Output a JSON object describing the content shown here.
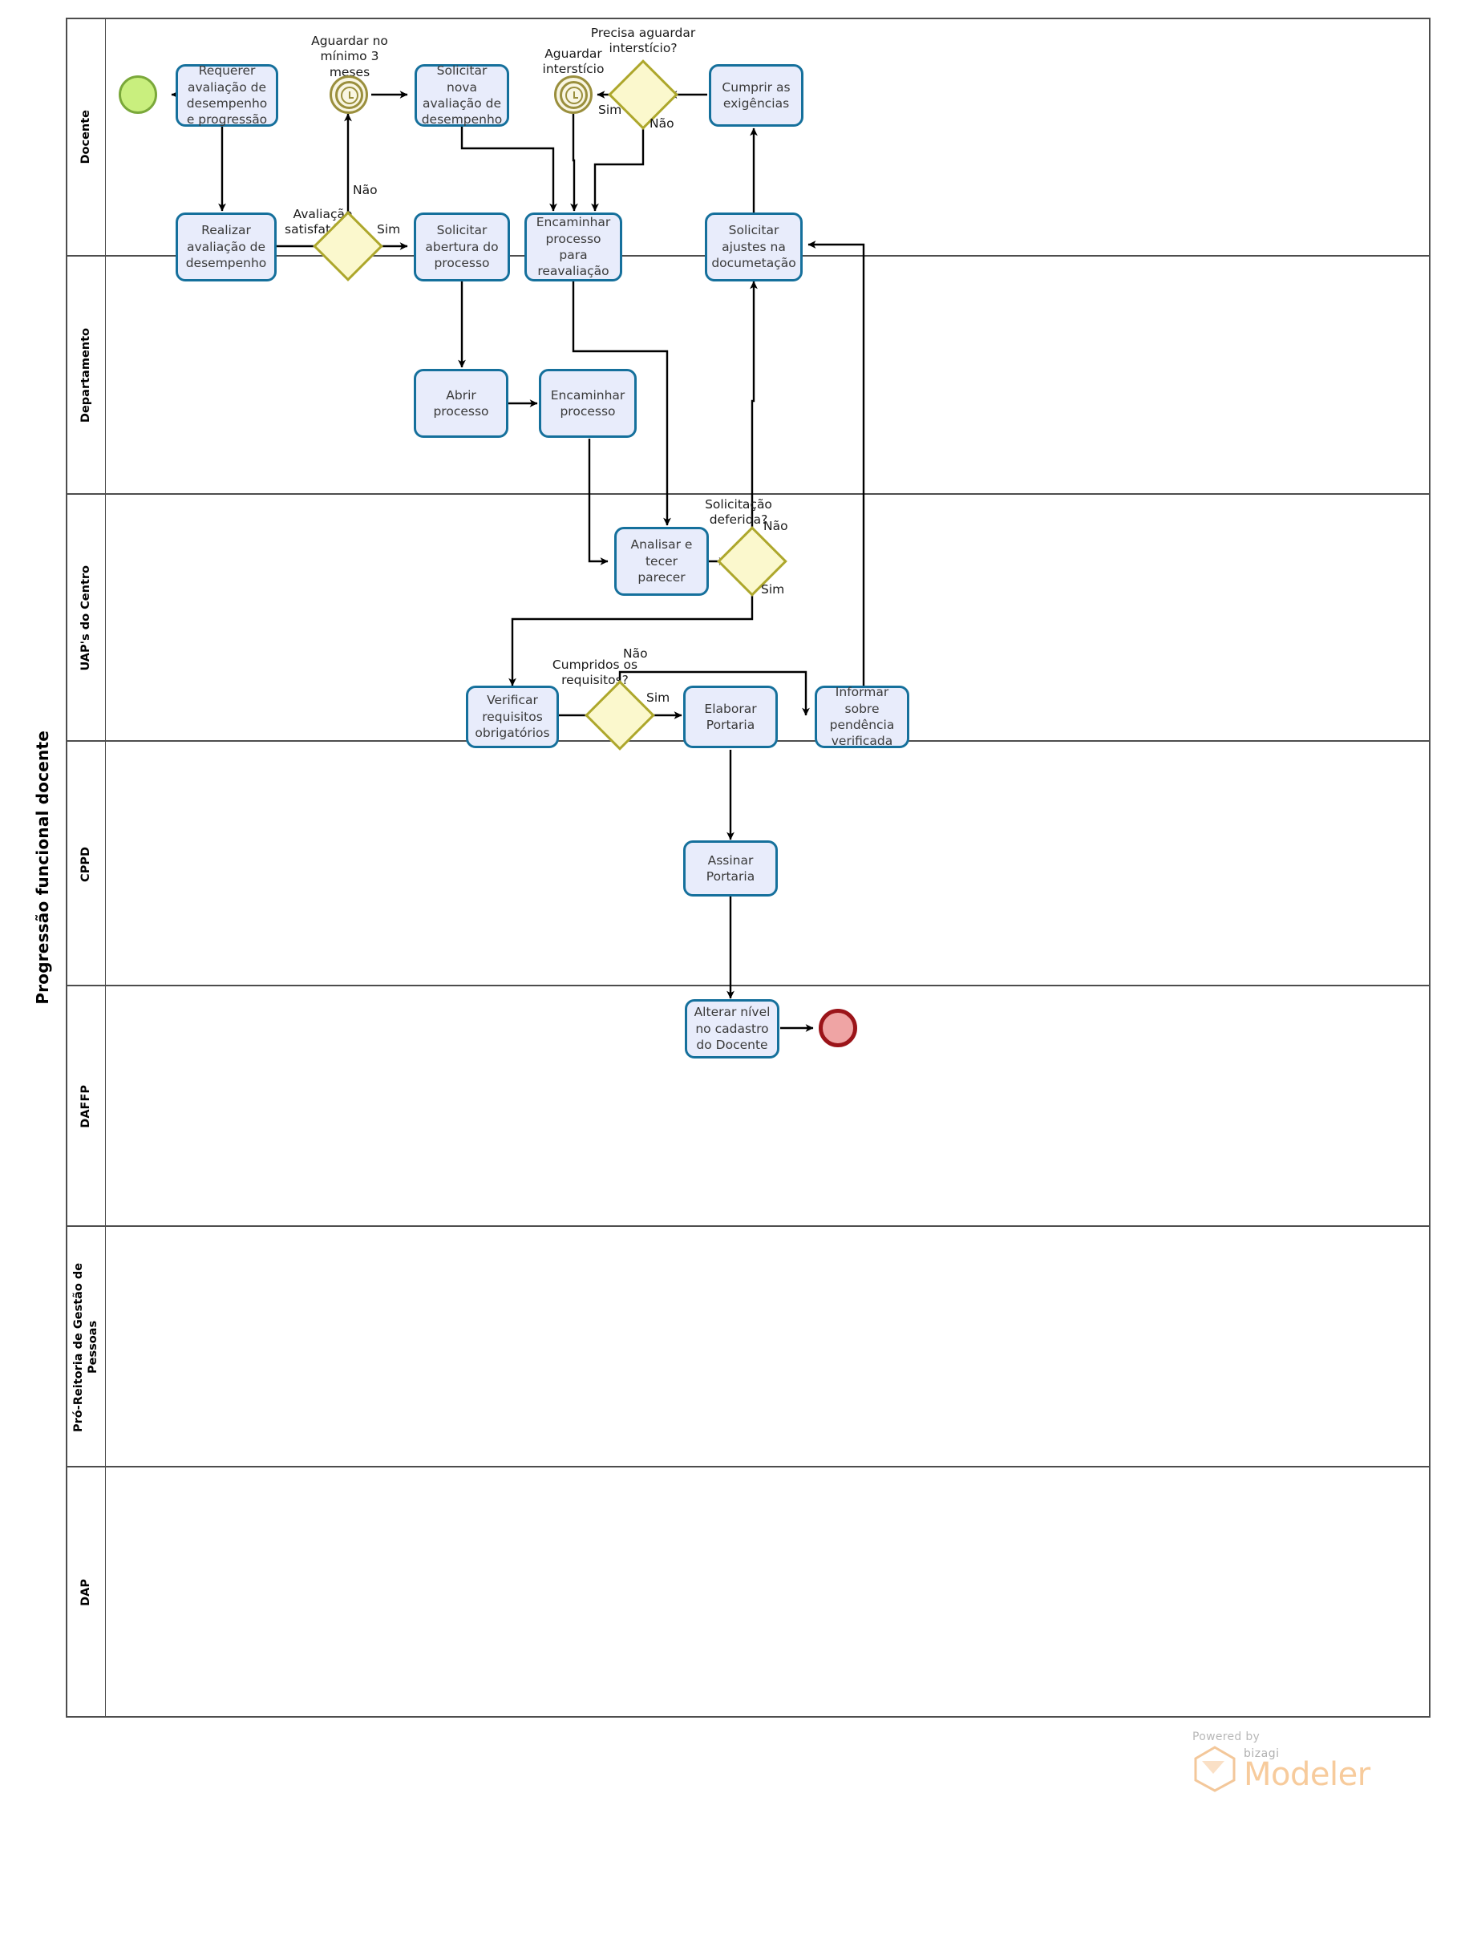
{
  "pool": {
    "title": "Progressão funcional docente"
  },
  "lanes": [
    {
      "id": "docente",
      "label": "Docente"
    },
    {
      "id": "departamento",
      "label": "Departamento"
    },
    {
      "id": "uaps",
      "label": "UAP's do Centro"
    },
    {
      "id": "cppd",
      "label": "CPPD"
    },
    {
      "id": "daffp",
      "label": "DAFFP"
    },
    {
      "id": "progep",
      "label": "Pró-Reitoria de Gestão de Pessoas"
    },
    {
      "id": "dap",
      "label": "DAP"
    }
  ],
  "tasks": {
    "requerer": "Requerer avaliação de desempenho e progressão",
    "solicitar_nova": "Solicitar nova avaliação de desempenho",
    "cumprir": "Cumprir as exigências",
    "realizar": "Realizar avaliação de desempenho",
    "solicitar_abert": "Solicitar abertura do processo",
    "encaminhar_reav": "Encaminhar processo para reavaliação",
    "solicitar_ajust": "Solicitar ajustes na documetação",
    "abrir_processo": "Abrir processo",
    "encaminhar_proc": "Encaminhar processo",
    "analisar": "Analisar e tecer parecer",
    "verificar": "Verificar requisitos obrigatórios",
    "elaborar": "Elaborar Portaria",
    "informar": "Informar sobre pendência verificada",
    "assinar": "Assinar Portaria",
    "alterar": "Alterar nível no cadastro do Docente"
  },
  "events": {
    "start": "start-event",
    "timer1": "Aguardar no mínimo 3 meses",
    "timer2": "Aguardar interstício",
    "end": "end-event"
  },
  "gateways": {
    "g_avaliacao": "Avaliação satisfatória?",
    "g_intersticio": "Precisa aguardar interstício?",
    "g_deferida": "Solicitação deferida?",
    "g_requisitos": "Cumpridos os requisitos?"
  },
  "flow_labels": {
    "sim": "Sim",
    "nao": "Não",
    "g_avaliacao_sim": "Sim",
    "g_avaliacao_nao": "Não",
    "g_intersticio_sim": "Sim",
    "g_intersticio_nao": "Não",
    "g_deferida_sim": "Sim",
    "g_deferida_nao": "Não",
    "g_requisitos_sim": "Sim",
    "g_requisitos_nao": "Não"
  },
  "branding": {
    "powered_by": "Powered by",
    "brand": "bizagi",
    "product": "Modeler"
  },
  "colors": {
    "task_border": "#15709c",
    "task_fill": "#e8ecfb",
    "gateway_border": "#ada72c",
    "gateway_fill": "#fbf8cd",
    "start_fill": "#c9ef7e",
    "start_border": "#7aa83a",
    "end_fill": "#efa4a4",
    "end_border": "#9b1419",
    "timer_border": "#9a8f3d",
    "lane_border": "#4d4d4d"
  }
}
